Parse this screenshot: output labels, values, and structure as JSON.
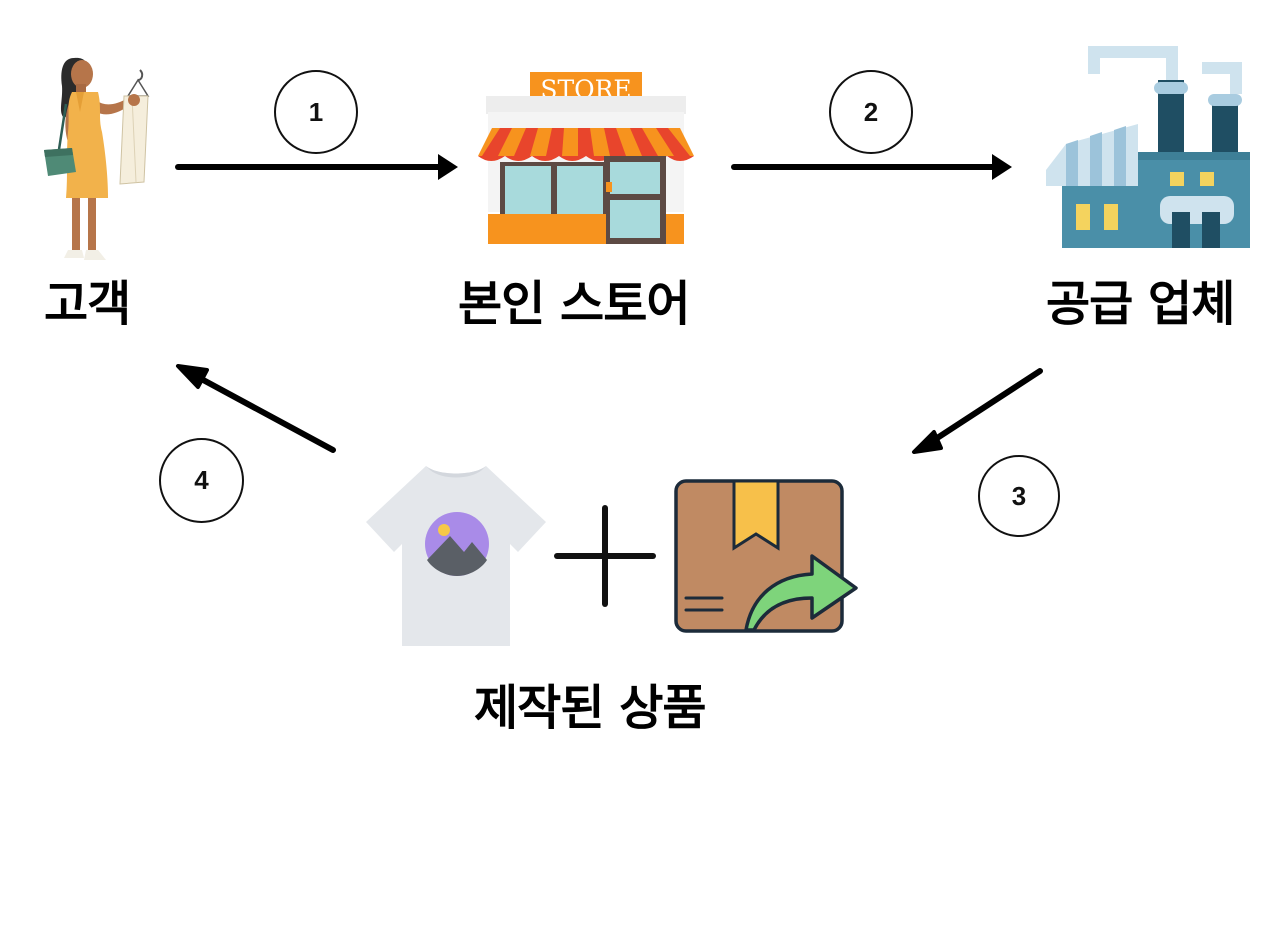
{
  "nodes": {
    "customer": {
      "label": "고객",
      "icon": "shopper-icon"
    },
    "store": {
      "label": "본인 스토어",
      "icon": "store-icon",
      "sign": "STORE"
    },
    "supplier": {
      "label": "공급 업체",
      "icon": "factory-icon"
    },
    "product": {
      "label": "제작된 상품",
      "icons": [
        "tshirt-icon",
        "plus-icon",
        "shipping-box-icon"
      ]
    }
  },
  "steps": [
    {
      "number": "1",
      "from": "customer",
      "to": "store"
    },
    {
      "number": "2",
      "from": "store",
      "to": "supplier"
    },
    {
      "number": "3",
      "from": "supplier",
      "to": "product"
    },
    {
      "number": "4",
      "from": "product",
      "to": "customer"
    }
  ],
  "colors": {
    "store_orange": "#F7931E",
    "store_awning_red": "#E8452C",
    "factory_blue": "#4A8FA8",
    "factory_dark": "#1F4E63",
    "box_brown": "#C08A63",
    "arrow_green": "#7ED47B",
    "tshirt_gray": "#E4E7EB",
    "image_purple": "#A98BE8"
  }
}
